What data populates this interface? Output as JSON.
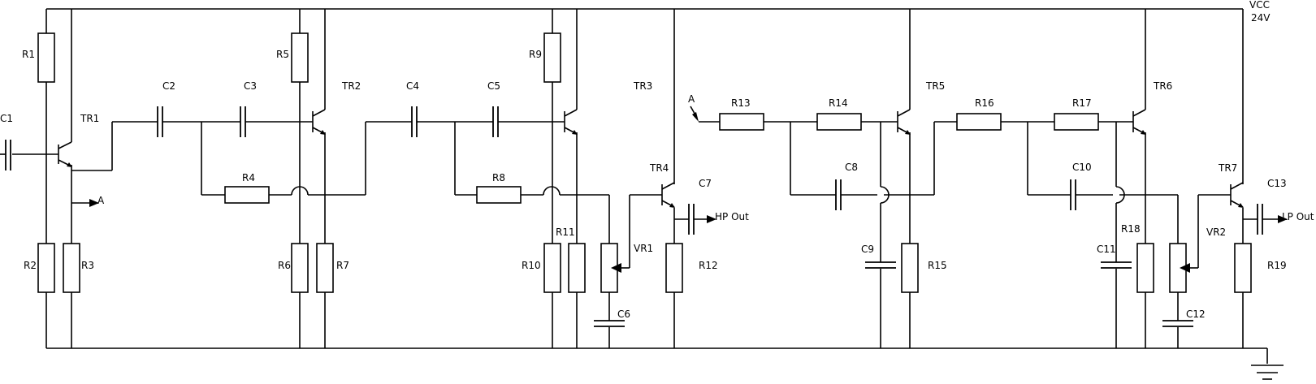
{
  "supply": {
    "name": "VCC",
    "voltage": "24V"
  },
  "node_label": "A",
  "resistors": [
    "R1",
    "R2",
    "R3",
    "R4",
    "R5",
    "R6",
    "R7",
    "R8",
    "R9",
    "R10",
    "R11",
    "R12",
    "R13",
    "R14",
    "R15",
    "R16",
    "R17",
    "R18",
    "R19"
  ],
  "capacitors": [
    "C1",
    "C2",
    "C3",
    "C4",
    "C5",
    "C6",
    "C7",
    "C8",
    "C9",
    "C10",
    "C11",
    "C12",
    "C13"
  ],
  "transistors": [
    "TR1",
    "TR2",
    "TR3",
    "TR4",
    "TR5",
    "TR6",
    "TR7"
  ],
  "potentiometers": [
    "VR1",
    "VR2"
  ],
  "outputs": {
    "hp": "HP Out",
    "lp": "LP Out"
  }
}
